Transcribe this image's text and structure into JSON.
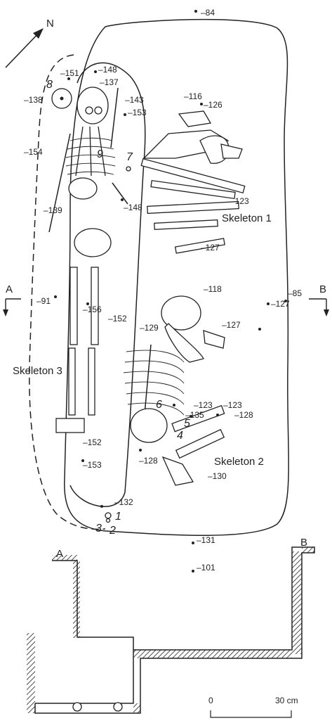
{
  "north": {
    "label": "N"
  },
  "section": {
    "left": "A",
    "right": "B"
  },
  "depths": {
    "d84": "–84",
    "d151": "–151",
    "d148": "–148",
    "d137": "–137",
    "d138": "–138",
    "d143": "–143",
    "d153a": "–153",
    "d116": "–116",
    "d126": "–126",
    "d154": "–154",
    "d148b": "–148",
    "d139": "–139",
    "d123a": "–123",
    "d127a": "–127",
    "d118": "–118",
    "d91": "–91",
    "d156": "–156",
    "d127b": "–127",
    "d85": "–85",
    "d127c": "–127",
    "d152a": "–152",
    "d129": "–129",
    "d123b": "–123",
    "d123c": "–123",
    "d135": "–135",
    "d128a": "–128",
    "d152b": "–152",
    "d153b": "–153",
    "d128b": "–128",
    "d130": "–130",
    "d132": "–132",
    "d131": "–131",
    "d101": "–101"
  },
  "finds": {
    "f1": "1",
    "f2": "2",
    "f3": "3",
    "f4": "4",
    "f5": "5",
    "f6": "6",
    "f7": "7",
    "f8": "8",
    "f9": "9"
  },
  "skeletons": {
    "s1": "Skeleton 1",
    "s2": "Skeleton 2",
    "s3": "Skeleton 3"
  },
  "scale": {
    "start": "0",
    "end": "30 cm"
  }
}
